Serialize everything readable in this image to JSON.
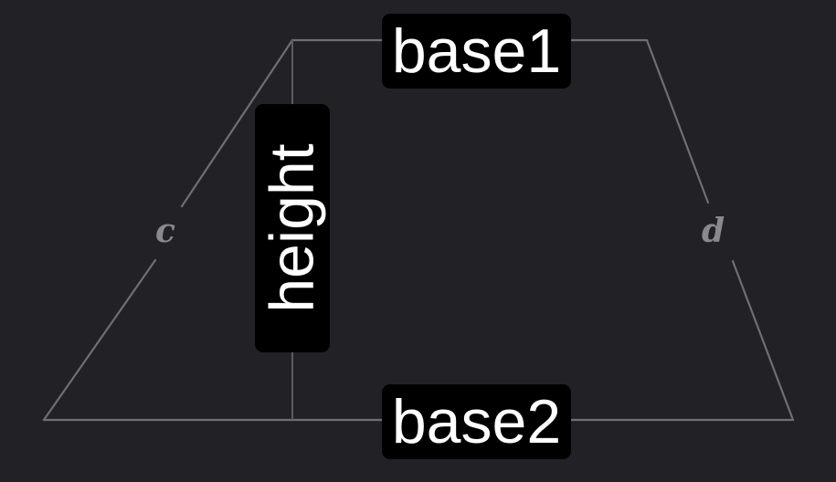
{
  "labels": {
    "base1": "base1",
    "base2": "base2",
    "height": "height",
    "side_left": "c",
    "side_right": "d"
  },
  "colors": {
    "background": "#222226",
    "edge": "#6f6f73",
    "tag_background": "#000000",
    "tag_text": "#ffffff",
    "side_letter": "#8a8a8e"
  }
}
